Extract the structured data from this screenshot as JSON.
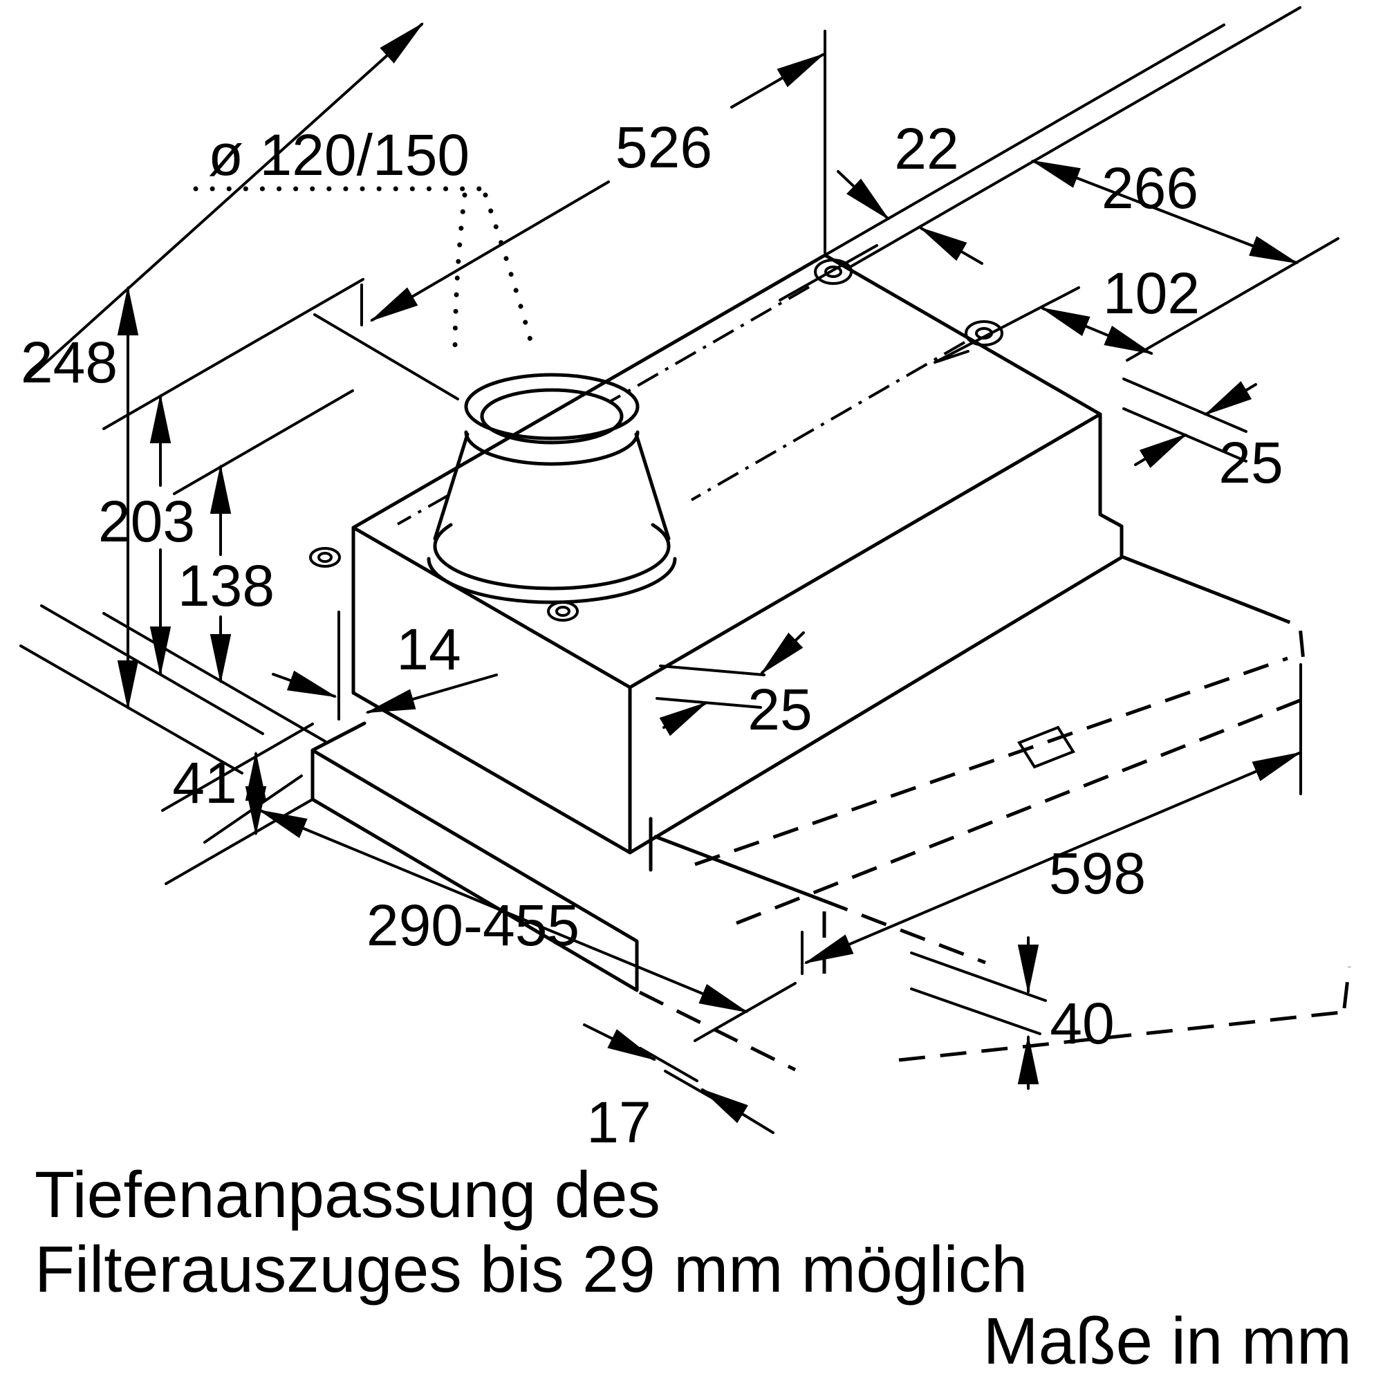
{
  "diagram": {
    "dims": {
      "duct_diameter": "ø 120/150",
      "niche_width": "526",
      "back_offset": "22",
      "hole_span": "266",
      "hole_offset": "102",
      "height_total": "248",
      "right_gap": "25",
      "height_body": "203",
      "height_inner": "138",
      "front_lip": "14",
      "mid_gap": "25",
      "base_height": "41",
      "depth_range": "290-455",
      "drawer_width": "598",
      "drawer_height": "40",
      "drawer_lip": "17"
    },
    "notes": {
      "line1": "Tiefenanpassung des",
      "line2": "Filterauszuges bis 29 mm möglich",
      "units": "Maße in mm"
    }
  }
}
